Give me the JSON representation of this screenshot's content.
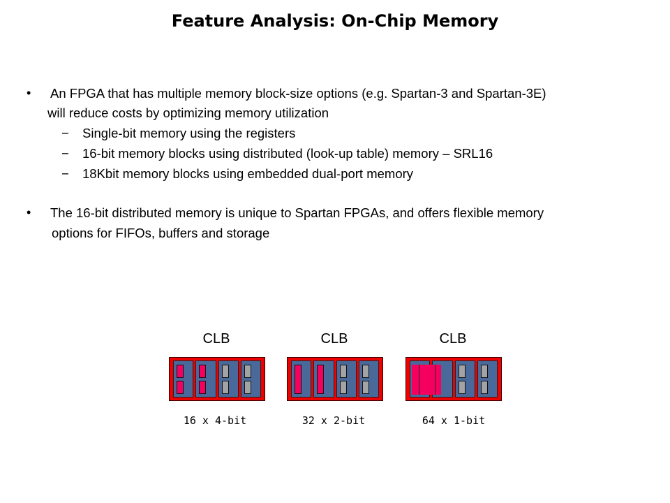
{
  "title": "Feature Analysis: On-Chip Memory",
  "bullets": [
    {
      "line1": "An FPGA that has multiple memory block-size options (e.g. Spartan-3 and Spartan-3E)",
      "line2": "will reduce costs by optimizing memory utilization",
      "sub": [
        "Single-bit memory using the registers",
        "16-bit memory blocks using distributed (look-up table) memory – SRL16",
        "18Kbit memory blocks using embedded dual-port memory"
      ]
    },
    {
      "line1": "The 16-bit distributed memory is unique to Spartan FPGAs, and offers flexible memory",
      "line2": "options for FIFOs, buffers and storage"
    }
  ],
  "bullet_char": "•",
  "dash_char": "−",
  "diagram": {
    "blocks": [
      {
        "label": "CLB",
        "caption": "16 x 4-bit"
      },
      {
        "label": "CLB",
        "caption": "32 x 2-bit"
      },
      {
        "label": "CLB",
        "caption": "64 x 1-bit"
      }
    ],
    "colors": {
      "frame": "#ee0000",
      "slice": "#48699a",
      "used": "#f5005f",
      "unused": "#a3a3a3"
    }
  }
}
